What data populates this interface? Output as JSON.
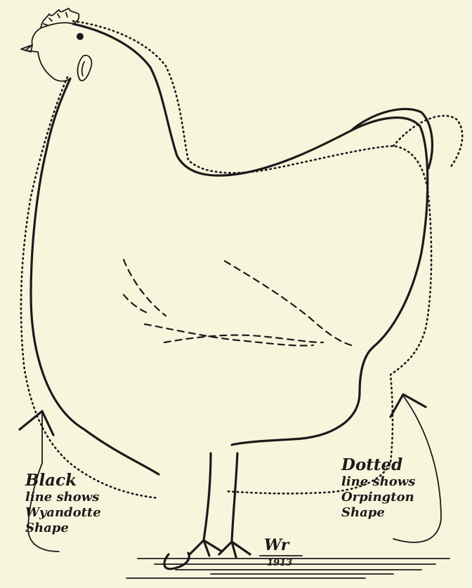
{
  "labels": {
    "black": [
      "Black",
      "line shows",
      "Wyandotte",
      "Shape"
    ],
    "dotted": [
      "Dotted",
      "line shows",
      "Orpington",
      "Shape"
    ]
  },
  "signature": {
    "name": "Wr",
    "year": "1913"
  },
  "colors": {
    "paper": "#f7f5dc",
    "ink": "#1b1b1b"
  }
}
